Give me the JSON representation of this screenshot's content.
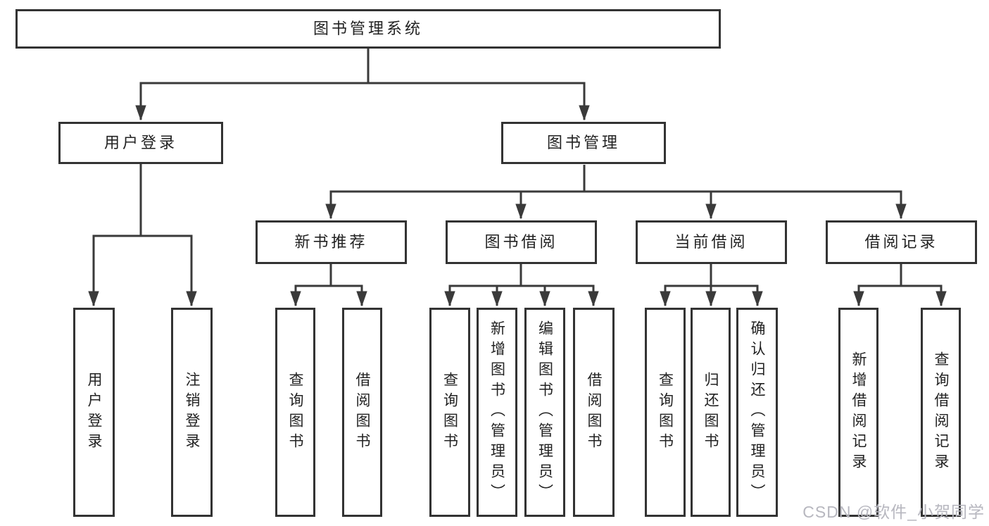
{
  "diagram": {
    "title": "图书管理系统",
    "tree": {
      "root": "图书管理系统",
      "branches": [
        {
          "label": "用户登录",
          "children": [
            "用户登录",
            "注销登录"
          ]
        },
        {
          "label": "图书管理",
          "modules": [
            {
              "label": "新书推荐",
              "children": [
                "查询图书",
                "借阅图书"
              ]
            },
            {
              "label": "图书借阅",
              "children": [
                "查询图书",
                "新增图书（管理员）",
                "编辑图书（管理员）",
                "借阅图书"
              ]
            },
            {
              "label": "当前借阅",
              "children": [
                "查询图书",
                "归还图书",
                "确认归还（管理员）"
              ]
            },
            {
              "label": "借阅记录",
              "children": [
                "新增借阅记录",
                "查询借阅记录"
              ]
            }
          ]
        }
      ]
    },
    "colors": {
      "line": "#3a3a3a",
      "box_border": "#333333",
      "box_fill": "#ffffff",
      "text": "#222222",
      "watermark": "#b7b7bf",
      "background": "#ffffff"
    },
    "watermark": "CSDN @软件_小贺同学"
  }
}
